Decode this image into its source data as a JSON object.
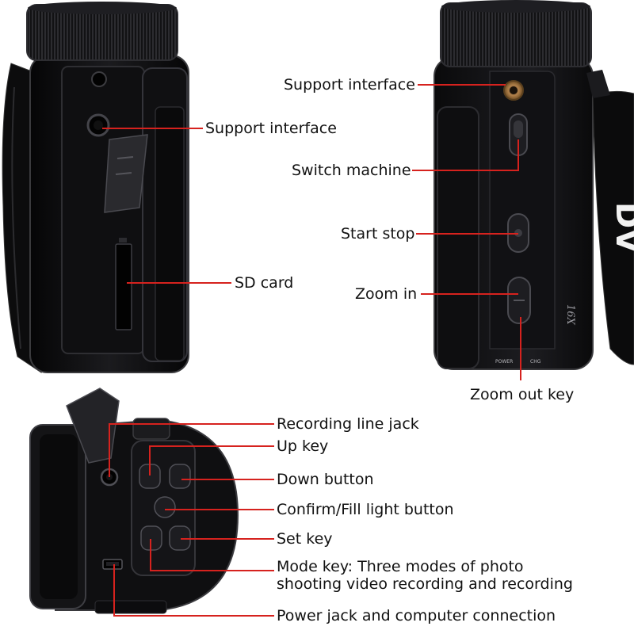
{
  "colors": {
    "leader_line": "#d6221e",
    "camera_body": "#0b0b0c",
    "camera_edge": "#3a3a3d",
    "brass_mount": "#b0804a",
    "background": "#ffffff"
  },
  "views": {
    "top_left": {
      "labels": {
        "support_interface": "Support interface",
        "sd_card": "SD card"
      }
    },
    "top_right": {
      "labels": {
        "support_interface": "Support interface",
        "switch_machine": "Switch machine",
        "start_stop": "Start stop",
        "zoom_in": "Zoom in",
        "zoom_out_key": "Zoom out key"
      },
      "body_text": {
        "zoom_marking": "16X",
        "power": "POWER",
        "chg": "CHG",
        "brand_partial": "DV"
      }
    },
    "bottom": {
      "labels": {
        "recording_line_jack": "Recording line jack",
        "up_key": "Up key",
        "down_button": "Down button",
        "confirm_fill_light": "Confirm/Fill light button",
        "set_key": "Set key",
        "mode_key_line1": "Mode key: Three modes of photo",
        "mode_key_line2": "shooting video recording and recording",
        "power_jack": "Power jack and computer connection"
      }
    }
  }
}
